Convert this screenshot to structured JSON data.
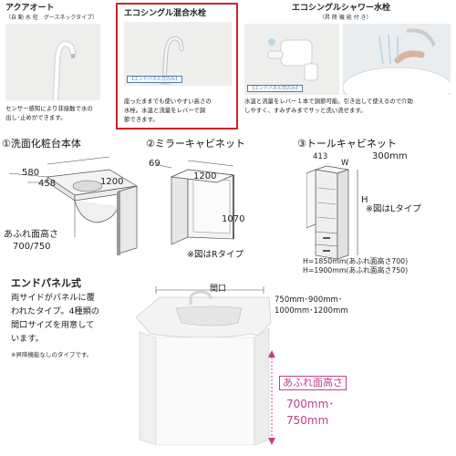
{
  "faucets": [
    {
      "title": "アクアオート",
      "subtitle": "（自 動 水 栓　グースネックタイプ）",
      "desc_lines": [
        "センサー感知により非接触で水の",
        "出し･止めができます。"
      ]
    },
    {
      "title": "エコシングル混合水栓",
      "subtitle": "",
      "panel_tag": "【エンドパネル式のみ】",
      "desc_lines": [
        "座ったままでも使いやすい高さの",
        "水栓。水温と流量をレバーで調",
        "節できます。"
      ]
    },
    {
      "title": "エコシングルシャワー水栓",
      "subtitle": "（昇 降 機 能 付 き）",
      "panel_tag": "【エンドパネル式のみ】",
      "desc_lines": [
        "水温と流量をレバー１本で調節可能。引き出して使えるので介助",
        "しやすく、すみずみまでサッと洗い流せます。"
      ]
    }
  ],
  "sections": {
    "vanity": {
      "title": "①洗面化粧台本体",
      "depth_outer": "580",
      "depth_inner": "458",
      "width": "1200",
      "overflow_label": "あふれ面高さ",
      "overflow_values": "700/750"
    },
    "mirror": {
      "title": "②ミラーキャビネット",
      "depth": "69",
      "width": "1200",
      "height": "1070",
      "note": "※図はRタイプ"
    },
    "tall": {
      "title": "③トールキャビネット",
      "depth": "413",
      "w_label": "W",
      "width": "300mm",
      "h_label": "H",
      "note": "※図はLタイプ",
      "heights": [
        "H=1850mm(あふれ面高さ700)",
        "H=1900mm(あふれ面高さ750)"
      ]
    }
  },
  "end_panel": {
    "heading": "エンドパネル式",
    "body_lines": [
      "両サイドがパネルに覆",
      "われたタイプ。4種類の",
      "間口サイズを用意して",
      "います。"
    ],
    "note": "※昇降機能なしのタイプです。",
    "frontage_label": "間口",
    "frontage_sizes": [
      "750mm･900mm･",
      "1000mm･1200mm"
    ],
    "overflow_label": "あふれ面高さ",
    "overflow_values": [
      "700mm･",
      "750mm"
    ]
  },
  "colors": {
    "accent_red": "#d0232a",
    "accent_pink": "#c0408c",
    "panel_blue": "#4a7fb0"
  }
}
